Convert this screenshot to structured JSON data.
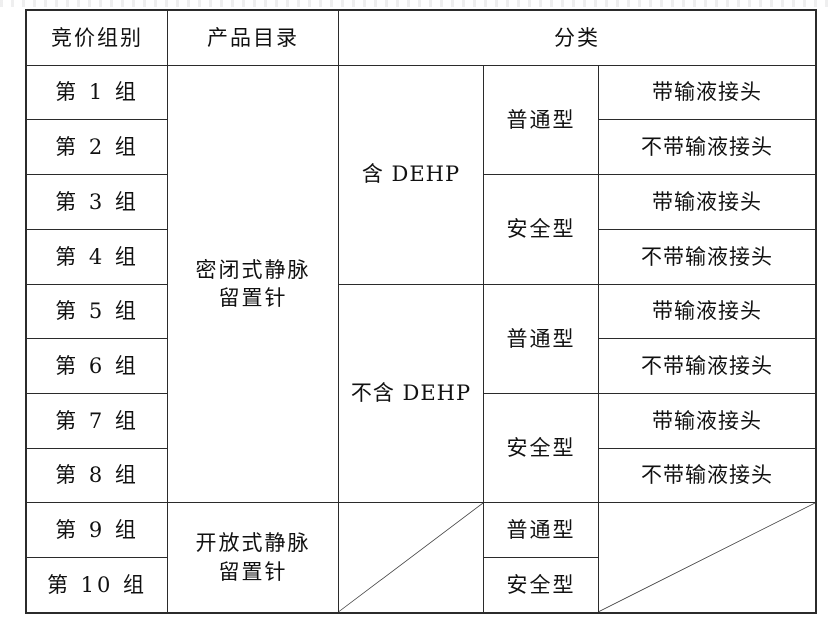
{
  "table": {
    "headers": {
      "group": "竞价组别",
      "catalog": "产品目录",
      "classification": "分类"
    },
    "catalogs": {
      "closed": "密闭式静脉\n留置针",
      "closed_line1": "密闭式静脉",
      "closed_line2": "留置针",
      "open_line1": "开放式静脉",
      "open_line2": "留置针"
    },
    "dehp": {
      "with": "含 DEHP",
      "without": "不含 DEHP"
    },
    "types": {
      "ordinary": "普通型",
      "safety": "安全型"
    },
    "details": {
      "with_connector": "带输液接头",
      "without_connector": "不带输液接头"
    },
    "groups": [
      {
        "label": "第 1 组",
        "dehp": "含 DEHP",
        "type": "普通型",
        "detail": "带输液接头"
      },
      {
        "label": "第 2 组",
        "dehp": "含 DEHP",
        "type": "普通型",
        "detail": "不带输液接头"
      },
      {
        "label": "第 3 组",
        "dehp": "含 DEHP",
        "type": "安全型",
        "detail": "带输液接头"
      },
      {
        "label": "第 4 组",
        "dehp": "含 DEHP",
        "type": "安全型",
        "detail": "不带输液接头"
      },
      {
        "label": "第 5 组",
        "dehp": "不含 DEHP",
        "type": "普通型",
        "detail": "带输液接头"
      },
      {
        "label": "第 6 组",
        "dehp": "不含 DEHP",
        "type": "普通型",
        "detail": "不带输液接头"
      },
      {
        "label": "第 7 组",
        "dehp": "不含 DEHP",
        "type": "安全型",
        "detail": "带输液接头"
      },
      {
        "label": "第 8 组",
        "dehp": "不含 DEHP",
        "type": "安全型",
        "detail": "不带输液接头"
      },
      {
        "label": "第 9 组",
        "dehp": "",
        "type": "普通型",
        "detail": ""
      },
      {
        "label": "第 10 组",
        "dehp": "",
        "type": "安全型",
        "detail": ""
      }
    ]
  }
}
